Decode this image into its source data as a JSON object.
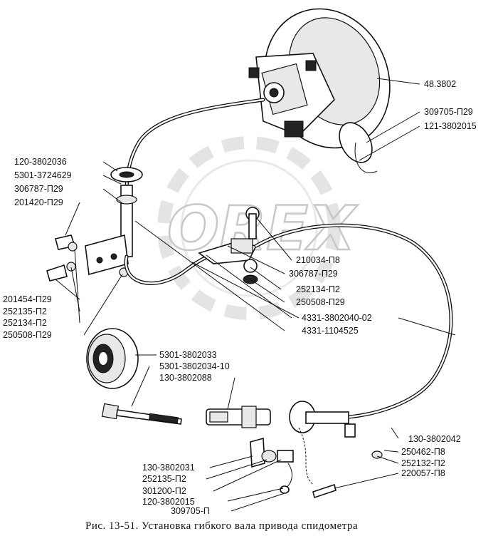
{
  "watermark": "OREX",
  "caption": "Рис. 13-51.  Установка гибкого вала привода спидометра",
  "labels_right": [
    "48.3802",
    "309705-П29",
    "121-3802015",
    "210034-П8",
    "306787-П29",
    "252134-П2",
    "250508-П29",
    "4331-3802040-02",
    "4331-1104525"
  ],
  "labels_left": [
    "120-3802036",
    "5301-3724629",
    "306787-П29",
    "201420-П29",
    "201454-П29",
    "252135-П2",
    "252134-П2",
    "250508-П29"
  ],
  "labels_middle": [
    "5301-3802033",
    "5301-3802034-10",
    "130-3802088"
  ],
  "labels_bottom_right": [
    "130-3802042",
    "250462-П8",
    "252132-П2",
    "220057-П8"
  ],
  "labels_bottom_left": [
    "130-3802031",
    "252135-П2",
    "301200-П2",
    "120-3802015",
    "309705-П"
  ]
}
